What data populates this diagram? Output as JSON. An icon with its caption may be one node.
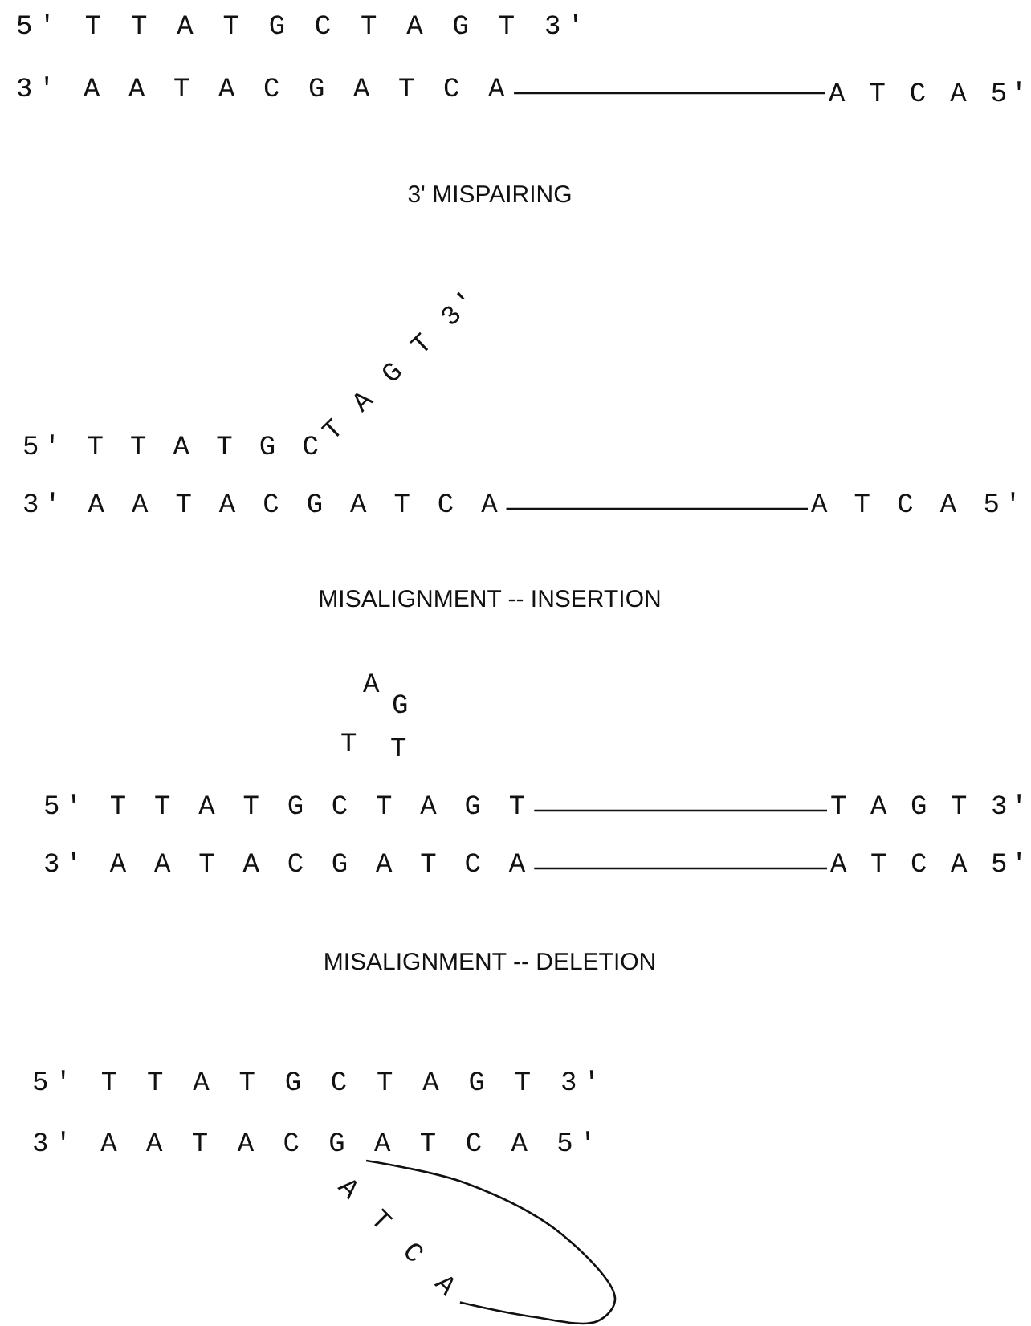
{
  "diagram": {
    "nodes": [
      {
        "text": [
          "5' T T A T G C T A G T 3'"
        ]
      },
      {
        "text": [
          "3' A A T A C G A T C A"
        ]
      },
      {
        "text": [
          "A T C A 5'"
        ]
      },
      {
        "text": [
          "5' T T A T G C"
        ]
      },
      {
        "text": [
          "3' A A T A C G A T C A"
        ]
      },
      {
        "text": [
          "A T C A 5'"
        ]
      },
      {
        "text": [
          "5' T T A T G C T A G T"
        ]
      },
      {
        "text": [
          "T A G T 3'"
        ]
      },
      {
        "text": [
          "3' A A T A C G A T C A"
        ]
      },
      {
        "text": [
          "A T C A 5'"
        ]
      },
      {
        "text": [
          "3' A A T A C G A T C A 5'"
        ]
      },
      {
        "text": [
          "A T C A"
        ]
      }
    ],
    "edges": [
      {
        "from": 1,
        "to": 2,
        "arrow": "none"
      },
      {
        "from": 4,
        "to": 5,
        "arrow": "none"
      },
      {
        "from": 6,
        "to": 7,
        "arrow": "none"
      },
      {
        "from": 8,
        "to": 9,
        "arrow": "none"
      },
      {
        "from": 10,
        "to": 11,
        "arrow": "none"
      }
    ],
    "labels": [
      "3' MISPAIRING",
      "T A G T 3'",
      "MISALIGNMENT -- INSERTION",
      "A",
      "G",
      "T",
      "T",
      "MISALIGNMENT -- DELETION",
      "5' T T A T G C T A G T 3'"
    ]
  }
}
